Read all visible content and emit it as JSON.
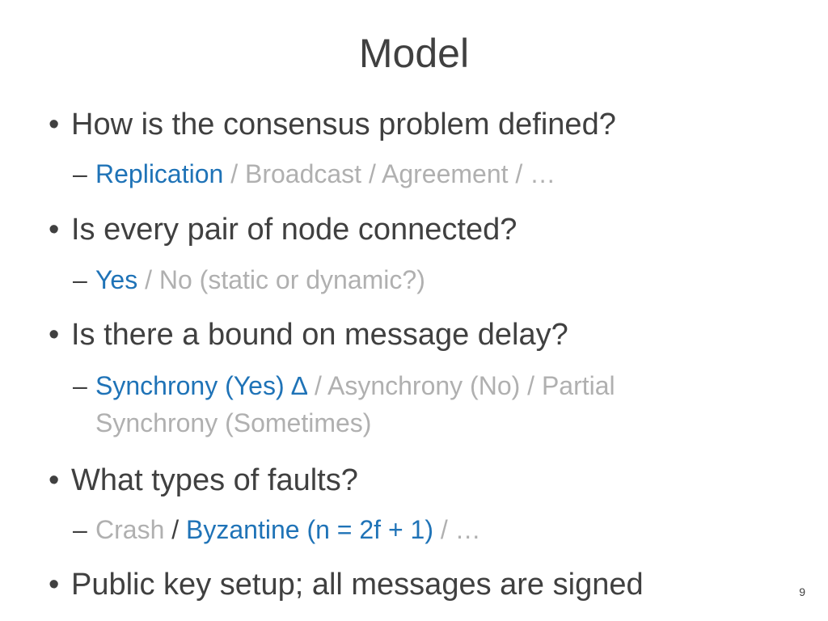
{
  "slide": {
    "title": "Model",
    "page_number": "9"
  },
  "bullets": [
    {
      "text": "How is the consensus problem defined?",
      "sub": {
        "selected": "Replication",
        "sep1": " / ",
        "rest": "Broadcast / Agreement / …"
      }
    },
    {
      "text": "Is every pair of node connected?",
      "sub": {
        "selected": "Yes",
        "sep1": " / ",
        "rest": "No (static or dynamic?)"
      }
    },
    {
      "text": "Is there a bound on message delay?",
      "sub": {
        "selected": "Synchrony (Yes) ∆",
        "sep1": " / ",
        "rest": "Asynchrony (No) / Partial Synchrony (Sometimes)"
      }
    },
    {
      "text": "What types of faults?",
      "sub": {
        "first": "Crash",
        "sep1": " / ",
        "selected": "Byzantine (n = 2f + 1)",
        "sep2": " / ",
        "rest": "…"
      }
    },
    {
      "text": "Public key setup; all messages are signed"
    }
  ],
  "colors": {
    "text": "#404040",
    "highlight": "#1f73b7",
    "muted": "#b0b0b0"
  },
  "markers": {
    "bullet": "•",
    "dash": "–"
  }
}
